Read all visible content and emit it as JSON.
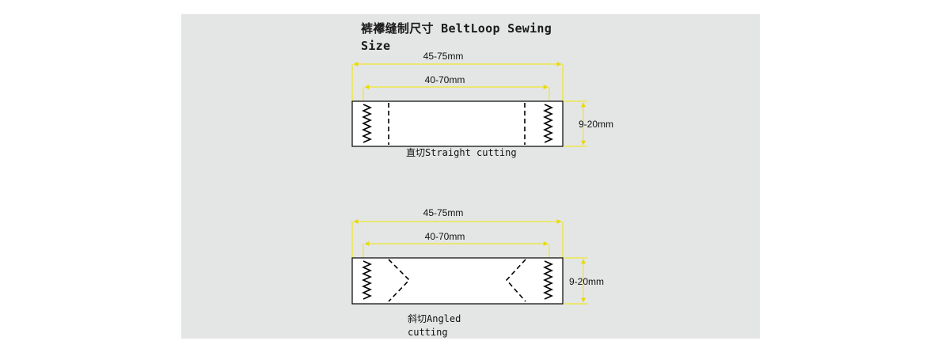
{
  "title": "裤襻缝制尺寸 BeltLoop Sewing Size",
  "colors": {
    "panel": "#e3e6e4",
    "dimension_line": "#f2e600",
    "outline": "#000000"
  },
  "diagrams": [
    {
      "id": "straight",
      "outer_label": "45-75mm",
      "inner_label": "40-70mm",
      "height_label": "9-20mm",
      "caption": "直切Straight cutting"
    },
    {
      "id": "angled",
      "outer_label": "45-75mm",
      "inner_label": "40-70mm",
      "height_label": "9-20mm",
      "caption_line1": "斜切Angled",
      "caption_line2": "cutting"
    }
  ]
}
